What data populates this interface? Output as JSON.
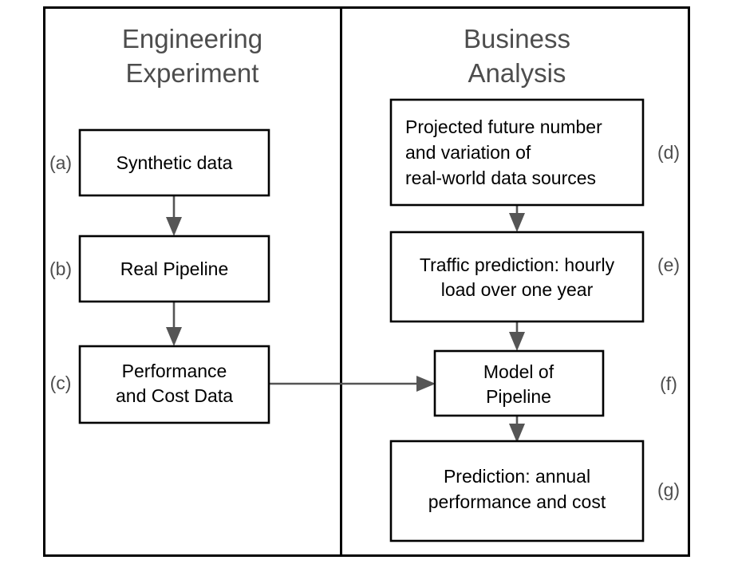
{
  "figure": {
    "background_color": "#ffffff",
    "box_border_color": "#000000",
    "panel_border_color": "#000000",
    "arrow_color": "#555555",
    "title_color": "#4d4d4d",
    "tag_color": "#4d4d4d",
    "text_color": "#000000"
  },
  "panels": [
    {
      "id": "engineering",
      "title_line1": "Engineering",
      "title_line2": "Experiment"
    },
    {
      "id": "business",
      "title_line1": "Business",
      "title_line2": "Analysis"
    }
  ],
  "nodes": [
    {
      "id": "a",
      "tag": "(a)",
      "panel": "engineering",
      "align": "center",
      "lines": [
        "Synthetic data"
      ]
    },
    {
      "id": "b",
      "tag": "(b)",
      "panel": "engineering",
      "align": "center",
      "lines": [
        "Real Pipeline"
      ]
    },
    {
      "id": "c",
      "tag": "(c)",
      "panel": "engineering",
      "align": "center",
      "lines": [
        "Performance",
        "and Cost Data"
      ]
    },
    {
      "id": "d",
      "tag": "(d)",
      "panel": "business",
      "align": "left",
      "lines": [
        "Projected future number",
        "and variation of",
        "real-world data sources"
      ]
    },
    {
      "id": "e",
      "tag": "(e)",
      "panel": "business",
      "align": "center",
      "lines": [
        "Traffic prediction: hourly",
        "load over one year"
      ]
    },
    {
      "id": "f",
      "tag": "(f)",
      "panel": "business",
      "align": "center",
      "lines": [
        "Model of",
        "Pipeline"
      ]
    },
    {
      "id": "g",
      "tag": "(g)",
      "panel": "business",
      "align": "center",
      "lines": [
        "Prediction: annual",
        "performance and cost"
      ]
    }
  ],
  "connections": [
    {
      "id": "a-to-b",
      "from": "a",
      "to": "b",
      "direction": "down"
    },
    {
      "id": "b-to-c",
      "from": "b",
      "to": "c",
      "direction": "down"
    },
    {
      "id": "c-to-f",
      "from": "c",
      "to": "f",
      "direction": "right"
    },
    {
      "id": "d-to-e",
      "from": "d",
      "to": "e",
      "direction": "down"
    },
    {
      "id": "e-to-f",
      "from": "e",
      "to": "f",
      "direction": "down"
    },
    {
      "id": "f-to-g",
      "from": "f",
      "to": "g",
      "direction": "down"
    }
  ]
}
